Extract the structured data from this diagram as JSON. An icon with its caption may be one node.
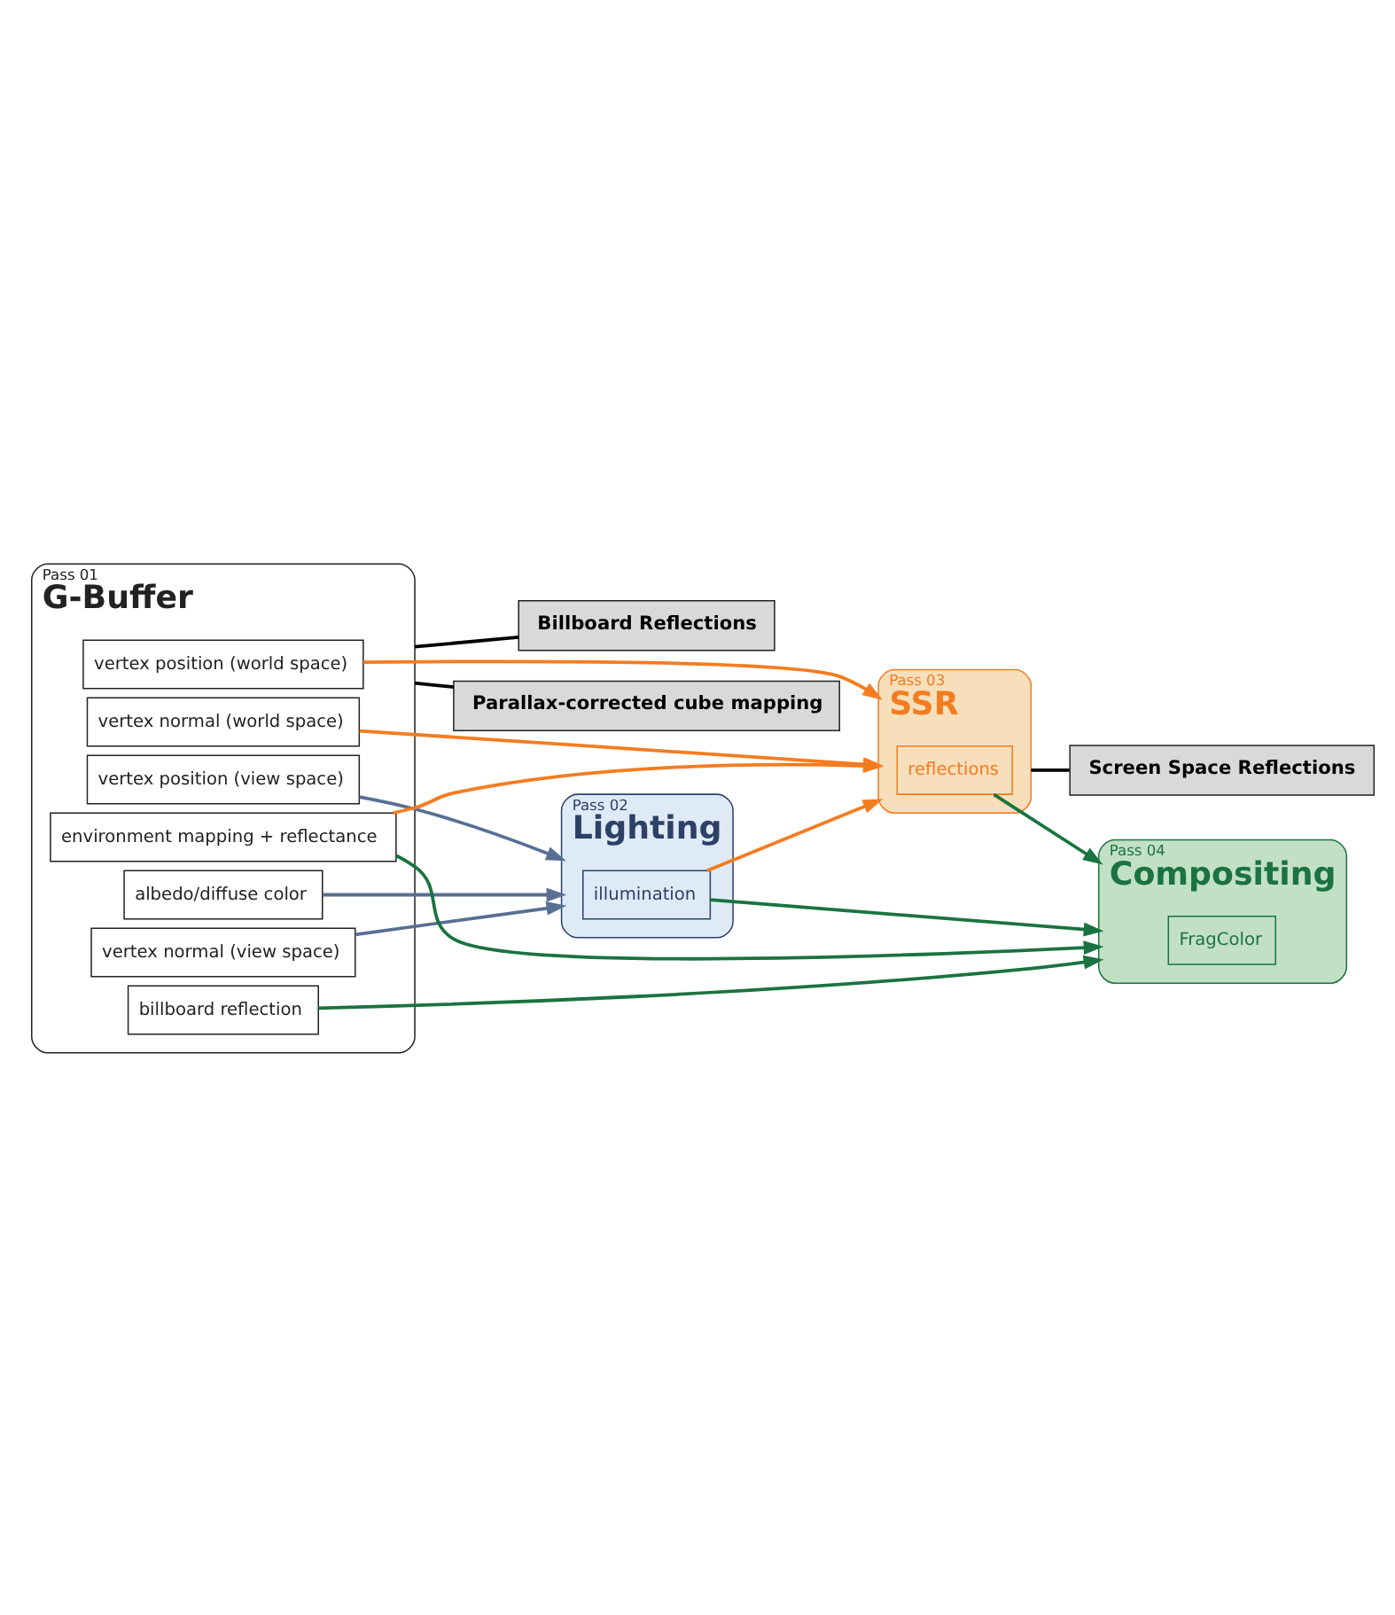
{
  "diagram": {
    "nodes": [
      {
        "text": [
          "Pass 01",
          "G-Buffer"
        ]
      },
      {
        "text": [
          "vertex position (world space)"
        ],
        "in": 0
      },
      {
        "text": [
          "vertex position (view space)"
        ],
        "in": 0
      },
      {
        "text": [
          "albedo/diffuse color"
        ],
        "in": 0
      },
      {
        "text": [
          "vertex normal (world space)"
        ],
        "in": 0
      },
      {
        "text": [
          "vertex normal (view space)"
        ],
        "in": 0
      },
      {
        "text": [
          "environment mapping + reflectance"
        ],
        "in": 0
      },
      {
        "text": [
          "billboard reflection"
        ],
        "in": 0
      },
      {
        "text": [
          "Pass 02",
          "Lighting"
        ]
      },
      {
        "text": [
          "illumination"
        ],
        "in": 8
      },
      {
        "text": [
          "Pass 03",
          "SSR"
        ]
      },
      {
        "text": [
          "reflections"
        ],
        "in": 10
      },
      {
        "text": [
          "Pass 04",
          "Compositing"
        ]
      },
      {
        "text": [
          "FragColor"
        ],
        "in": 12
      },
      {
        "text": [
          "Parallax-corrected cube mapping"
        ]
      },
      {
        "text": [
          "Billboard Reflections"
        ]
      },
      {
        "text": [
          "Screen Space Reflections"
        ]
      }
    ],
    "edges": [
      {
        "from": 1,
        "to": 10,
        "arrow": "to",
        "color": "#f47c20"
      },
      {
        "from": 4,
        "to": 10,
        "arrow": "to",
        "color": "#f47c20"
      },
      {
        "from": 6,
        "to": 10,
        "arrow": "to",
        "color": "#f47c20"
      },
      {
        "from": 9,
        "to": 10,
        "arrow": "to",
        "color": "#f47c20"
      },
      {
        "from": 2,
        "to": 8,
        "arrow": "to",
        "color": "#586f94"
      },
      {
        "from": 3,
        "to": 8,
        "arrow": "to",
        "color": "#586f94"
      },
      {
        "from": 5,
        "to": 8,
        "arrow": "to",
        "color": "#586f94"
      },
      {
        "from": 6,
        "to": 12,
        "arrow": "to",
        "color": "#1a7340"
      },
      {
        "from": 7,
        "to": 12,
        "arrow": "to",
        "color": "#1a7340"
      },
      {
        "from": 9,
        "to": 12,
        "arrow": "to",
        "color": "#1a7340"
      },
      {
        "from": 11,
        "to": 12,
        "arrow": "to",
        "color": "#1a7340"
      },
      {
        "from": 14,
        "to": 0,
        "arrow": "none",
        "color": "#000000"
      },
      {
        "from": 15,
        "to": 0,
        "arrow": "none",
        "color": "#000000"
      },
      {
        "from": 16,
        "to": 10,
        "arrow": "none",
        "color": "#000000"
      }
    ]
  }
}
